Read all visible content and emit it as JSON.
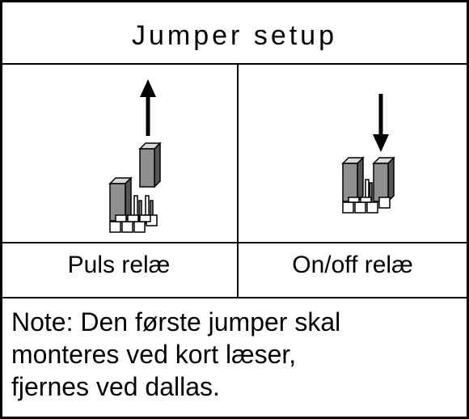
{
  "title": "Jumper setup",
  "cells": [
    {
      "caption": "Puls relæ",
      "arrow": "up"
    },
    {
      "caption": "On/off relæ",
      "arrow": "down"
    }
  ],
  "note": {
    "lines": [
      "Note: Den første jumper skal",
      "monteres ved kort læser,",
      "fjernes ved dallas."
    ]
  },
  "colors": {
    "line": "#000000",
    "jumper_fill": "#8f8f8f",
    "background": "#ffffff"
  }
}
